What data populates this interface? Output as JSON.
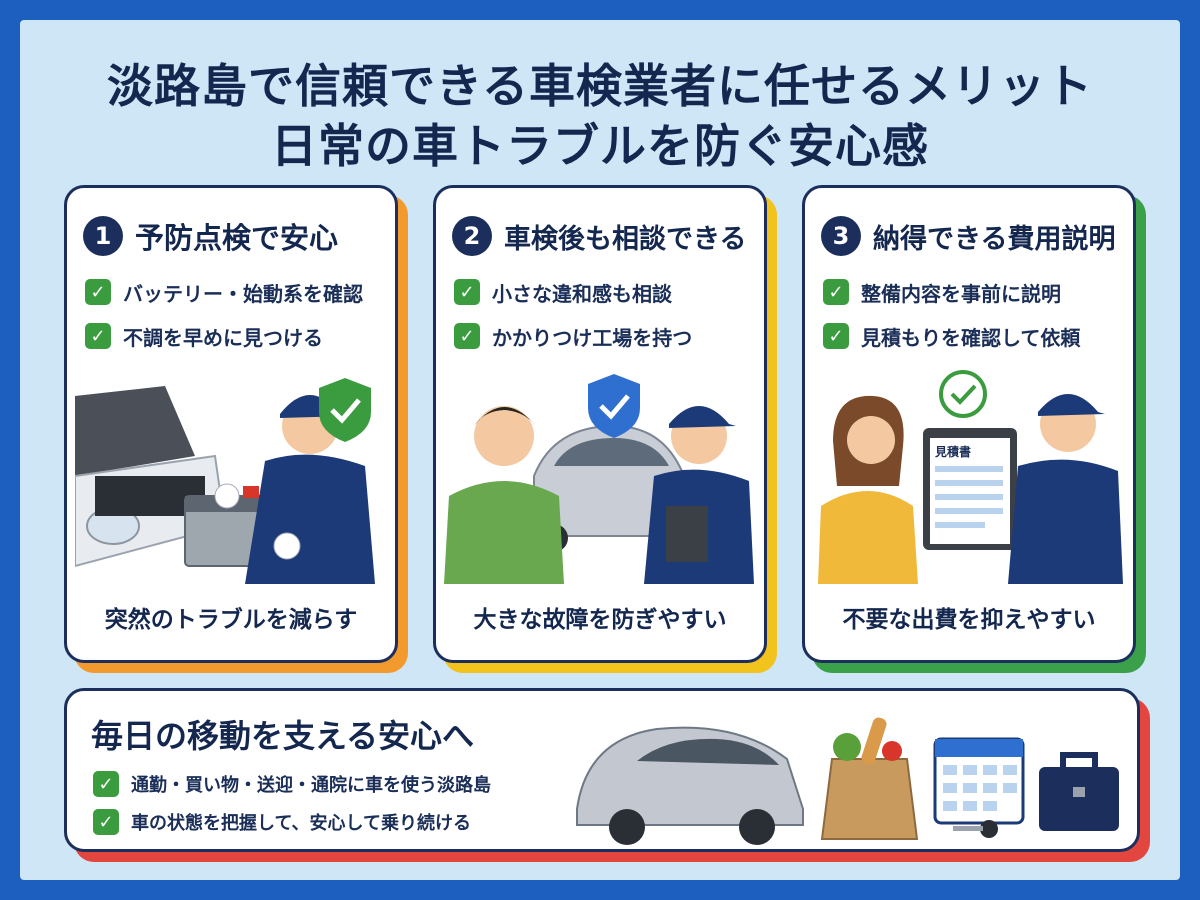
{
  "title": {
    "line1": "淡路島で信頼できる車検業者に任せるメリット",
    "line2": "日常の車トラブルを防ぐ安心感"
  },
  "cards": [
    {
      "number": "1",
      "title": "予防点検で安心",
      "checks": [
        "バッテリー・始動系を確認",
        "不調を早めに見つける"
      ],
      "footer": "突然のトラブルを減らす",
      "accent": "#f29a2e"
    },
    {
      "number": "2",
      "title": "車検後も相談できる",
      "checks": [
        "小さな違和感も相談",
        "かかりつけ工場を持つ"
      ],
      "footer": "大きな故障を防ぎやすい",
      "accent": "#f2c21d"
    },
    {
      "number": "3",
      "title": "納得できる費用説明",
      "checks": [
        "整備内容を事前に説明",
        "見積もりを確認して依頼"
      ],
      "footer": "不要な出費を抑えやすい",
      "accent": "#3aa14a",
      "document_label": "見積書"
    }
  ],
  "bottom": {
    "title": "毎日の移動を支える安心へ",
    "checks": [
      "通勤・買い物・送迎・通院に車を使う淡路島",
      "車の状態を把握して、安心して乗り続ける"
    ],
    "accent": "#e2463f"
  },
  "colors": {
    "background": "#1c5fbf",
    "panel": "#cfe6f7",
    "navy": "#1c2f5c",
    "check_green": "#3a9c3f"
  },
  "icons": {
    "check": "check-square-icon",
    "shield": "shield-check-icon",
    "circle_check": "circle-check-icon"
  }
}
